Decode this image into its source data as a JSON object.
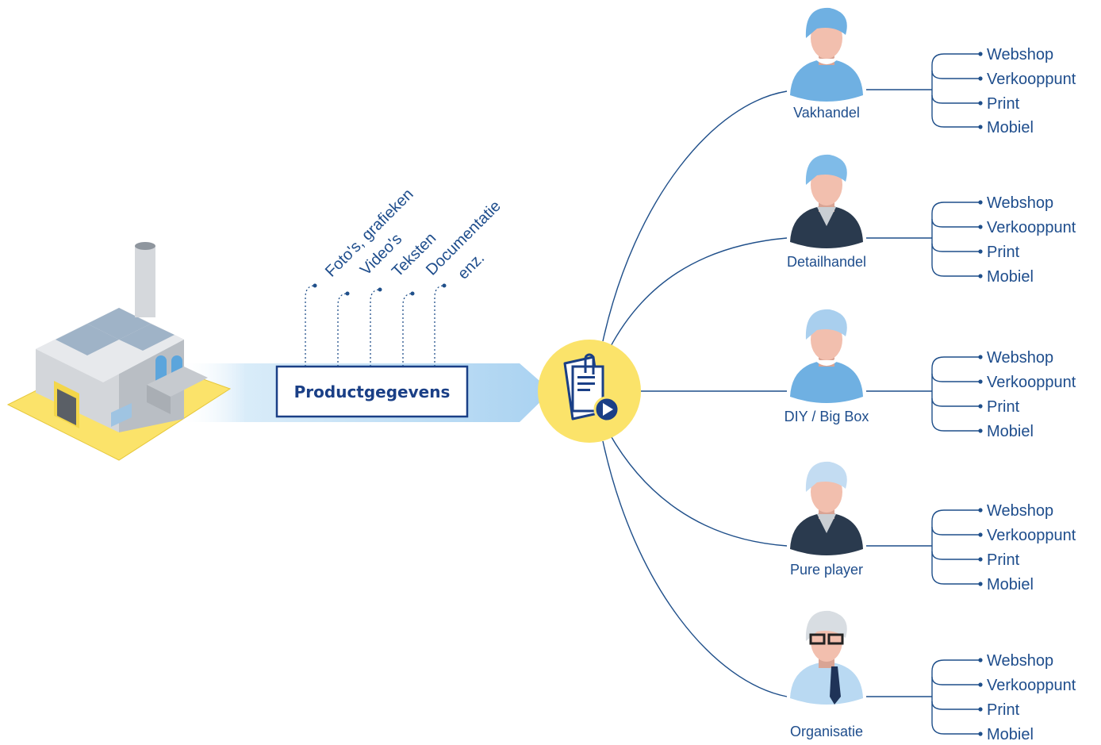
{
  "hub": {
    "label": "Productgegevens"
  },
  "data_types": [
    "Foto's, grafieken",
    "Video's",
    "Teksten",
    "Documentatie",
    "enz."
  ],
  "channels": [
    "Webshop",
    "Verkooppunt",
    "Print",
    "Mobiel"
  ],
  "audiences": [
    {
      "label": "Vakhandel",
      "avatar": "man-icon"
    },
    {
      "label": "Detailhandel",
      "avatar": "woman-icon"
    },
    {
      "label": "DIY / Big Box",
      "avatar": "man-icon"
    },
    {
      "label": "Pure player",
      "avatar": "woman-icon"
    },
    {
      "label": "Organisatie",
      "avatar": "businessman-icon"
    }
  ],
  "colors": {
    "navy": "#1f4f8a",
    "yellow": "#fbe36a",
    "light_blue": "#b9dcf3",
    "avatar_blue": "#6fb0e2",
    "skin": "#f2bfae"
  }
}
